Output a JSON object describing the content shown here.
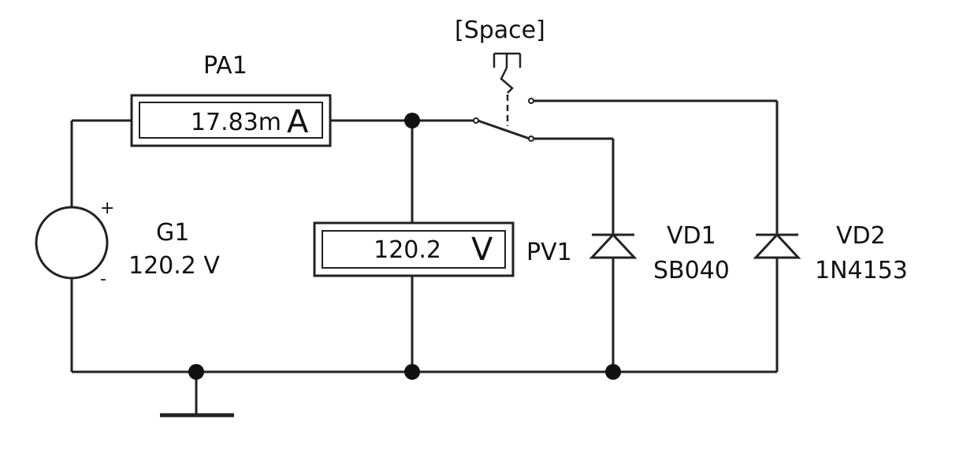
{
  "ammeter": {
    "designator": "PA1",
    "reading": "17.83m",
    "unit": "A"
  },
  "voltmeter": {
    "designator": "PV1",
    "reading": "120.2",
    "unit": "V"
  },
  "source": {
    "designator": "G1",
    "value": "120.2 V",
    "plus": "+",
    "minus": "-"
  },
  "switch": {
    "key_label": "[Space]"
  },
  "diode1": {
    "designator": "VD1",
    "model": "SB040"
  },
  "diode2": {
    "designator": "VD2",
    "model": "1N4153"
  },
  "colors": {
    "wire": "#222222",
    "background": "#ffffff"
  }
}
